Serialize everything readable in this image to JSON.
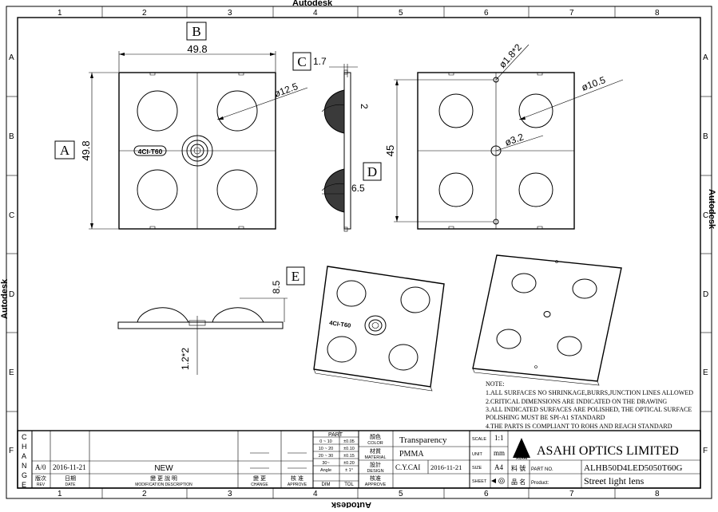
{
  "watermark": {
    "text": "Autodesk"
  },
  "grid": {
    "columns": [
      "1",
      "2",
      "3",
      "4",
      "5",
      "6",
      "7",
      "8"
    ],
    "rows": [
      "A",
      "B",
      "C",
      "D",
      "E",
      "F"
    ]
  },
  "views": {
    "front": {
      "tag": "A",
      "tag_b": "B",
      "width_dim": "49.8",
      "height_dim": "49.8",
      "lens_dia": "ø12.5",
      "label_mark": "4CI-T60"
    },
    "side": {
      "tag_c": "C",
      "tag_d": "D",
      "top_dim": "1.7",
      "dim_2": "2",
      "dim_65": "6.5"
    },
    "back": {
      "hole_dim": "ø1.8*2",
      "lens_dia": "ø10.5",
      "center_hole": "ø3.2",
      "pitch": "45"
    },
    "section": {
      "tag": "E",
      "height": "8.5",
      "bottom": "1.2*2"
    },
    "iso_front": {
      "label_mark": "4CI-T60"
    }
  },
  "notes": {
    "title": "NOTE:",
    "lines": [
      "1.ALL SURFACES NO SHRINKAGE,BURRS,JUNCTION LINES ALLOWED",
      "2.CRITICAL DIMENSIONS ARE INDICATED ON THE DRAWING",
      "3.ALL INDICATED SURFACES ARE POLISHED, THE OPTICAL SURFACE",
      "POLISHING MUST BE SPI-A1 STANDARD",
      "4.THE PARTS IS COMPLIANT TO ROHS AND REACH STANDARD"
    ]
  },
  "title_block": {
    "change_vertical": [
      "C",
      "H",
      "A",
      "N",
      "G",
      "E"
    ],
    "revision": {
      "rev": "A/0",
      "date": "2016-11-21",
      "desc": "NEW"
    },
    "rev_headers": {
      "rev_cn": "版次",
      "rev_en": "REV",
      "date_cn": "日期",
      "date_en": "DATE",
      "desc_cn": "變 更 說 明",
      "desc_en": "MODIFICATION DESCRIPTION",
      "change_cn": "變 更",
      "change_en": "CHANGE",
      "approve_cn": "核 准",
      "approve_en": "APPROVE"
    },
    "tolerance": {
      "part_label": "PART",
      "rows": [
        {
          "range": "0 ~ 10",
          "tol": "±0.05"
        },
        {
          "range": "10 ~ 20",
          "tol": "±0.10"
        },
        {
          "range": "20 ~ 30",
          "tol": "±0.15"
        },
        {
          "range": "30~",
          "tol": "±0.20"
        },
        {
          "range": "Angle",
          "tol": "± 1°"
        }
      ],
      "dim_label": "DIM",
      "tol_label": "TOL"
    },
    "color": {
      "cn": "顏色",
      "en": "COLOR",
      "value": "Transparency"
    },
    "material": {
      "cn": "材質",
      "en": "MATERIAL",
      "value": "PMMA"
    },
    "design": {
      "cn": "設計",
      "en": "DESIGN",
      "value": "C.Y.CAI",
      "date": "2016-11-21"
    },
    "approve": {
      "cn": "核准",
      "en": "APPROVE"
    },
    "scale": {
      "label": "SCALE",
      "value": "1:1"
    },
    "unit": {
      "label": "UNIT",
      "value": "mm"
    },
    "size": {
      "label": "SIZE",
      "value": "A4"
    },
    "sheet": {
      "label": "SHEET"
    },
    "company": {
      "name": "ASAHI OPTICS LIMITED",
      "logo_text": "ASAHI"
    },
    "part_no": {
      "cn": "料 號",
      "en": "PART NO.",
      "value": "ALHB50D4LED5050T60G"
    },
    "product": {
      "cn": "品 名",
      "en": "Product:",
      "value": "Street light lens"
    }
  },
  "colors": {
    "line": "#000000",
    "shade": "#3a3a3a",
    "background": "#ffffff"
  }
}
